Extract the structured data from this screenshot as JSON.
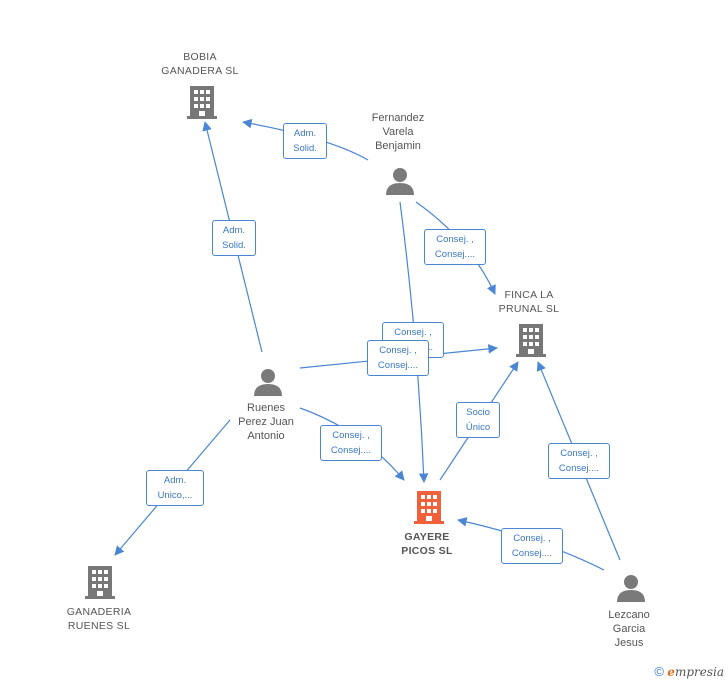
{
  "nodes": {
    "bobia": {
      "label": "BOBIA\nGANADERA  SL"
    },
    "fernandez": {
      "label": "Fernandez\nVarela\nBenjamin"
    },
    "finca": {
      "label": "FINCA LA\nPRUNAL  SL"
    },
    "ruenes": {
      "label": "Ruenes\nPerez Juan\nAntonio"
    },
    "gayere": {
      "label": "GAYERE\nPICOS  SL"
    },
    "ganaderia": {
      "label": "GANADERIA\nRUENES  SL"
    },
    "lezcano": {
      "label": "Lezcano\nGarcia\nJesus"
    }
  },
  "edges": {
    "fernandez_bobia": "Adm.\nSolid.",
    "ruenes_bobia": "Adm.\nSolid.",
    "fernandez_finca": "Consej. ,\nConsej....",
    "fernandez_gayere": "Consej. ,\nConsej....",
    "ruenes_finca": "Consej. ,\nConsej....",
    "ruenes_gayere": "Consej. ,\nConsej....",
    "ruenes_ganaderia": "Adm.\nUnico,...",
    "gayere_finca": "Socio\nÚnico",
    "lezcano_finca": "Consej. ,\nConsej....",
    "lezcano_gayere": "Consej. ,\nConsej...."
  },
  "brand": {
    "copyright": "©",
    "e": "e",
    "rest": "mpresia"
  },
  "colors": {
    "edge": "#4a86d4",
    "company": "#777777",
    "focus": "#f0603a",
    "person": "#7a7a7a"
  }
}
